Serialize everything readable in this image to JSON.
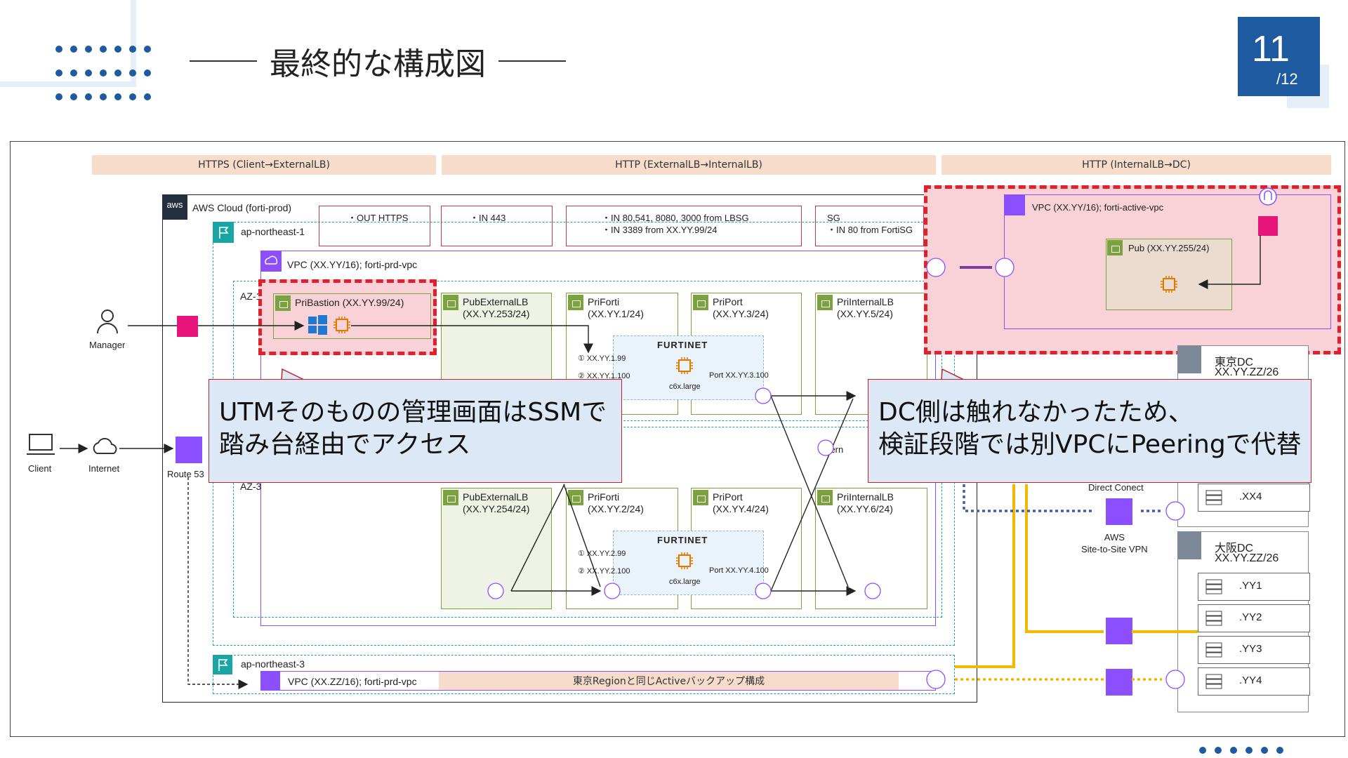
{
  "slide": {
    "title": "最終的な構成図",
    "page_number": "11",
    "page_total": "/12"
  },
  "bands": {
    "https": "HTTPS (Client→ExternalLB)",
    "http_ext": "HTTP (ExternalLB→InternalLB)",
    "http_int": "HTTP (InternalLB→DC)"
  },
  "aws": {
    "logo": "aws",
    "cloud_label": "AWS Cloud (forti-prod)",
    "region1": "ap-northeast-1",
    "region3": "ap-northeast-3",
    "vpc_main": "VPC (XX.YY/16); forti-prd-vpc",
    "vpc_osaka": "VPC (XX.ZZ/16); forti-prd-vpc",
    "osaka_note": "東京Regionと同じActiveバックアップ構成",
    "az1": "AZ-1",
    "az3": "AZ-3",
    "sg": {
      "out": "・OUT HTTPS",
      "in443": "・IN 443",
      "lbsg_1": "・IN 80,541, 8080, 3000 from LBSG",
      "lbsg_2": "・IN 3389 from XX.YY.99/24",
      "fortisg_1": "SG",
      "fortisg_2": "・IN 80 from FortiSG"
    },
    "subnets": {
      "bastion": "PriBastion (XX.YY.99/24)",
      "pubext1": "PubExternalLB\n(XX.YY.253/24)",
      "forti1": "PriForti\n(XX.YY.1/24)",
      "port1": "PriPort\n(XX.YY.3/24)",
      "intlb1": "PriInternalLB\n(XX.YY.5/24)",
      "pubext3": "PubExternalLB\n(XX.YY.254/24)",
      "forti3": "PriForti\n(XX.YY.2/24)",
      "port3": "PriPort\n(XX.YY.4/24)",
      "intlb3": "PriInternalLB\n(XX.YY.6/24)"
    },
    "fortinet": {
      "brand": "FURTINET",
      "if1_1": "① XX.YY.1.99",
      "if1_2": "② XX.YY.1.100",
      "port1": "Port  XX.YY.3.100",
      "type1": "c6x.large",
      "if3_1": "① XX.YY.2.99",
      "if3_2": "② XX.YY.2.100",
      "port3": "Port  XX.YY.4.100",
      "type3": "c6x.large"
    },
    "internet_gw_fragment": "Intern"
  },
  "left": {
    "manager": "Manager",
    "client": "Client",
    "internet": "Internet",
    "route53": "Route 53"
  },
  "peer": {
    "vpc": "VPC (XX.YY/16); forti-active-vpc",
    "pub": "Pub (XX.YY.255/24)"
  },
  "dc": {
    "tokyo": "東京DC",
    "tokyo_cidr": "XX.YY.ZZ/26",
    "tokyo_xx4": ".XX4",
    "osaka": "大阪DC",
    "osaka_cidr": "XX.YY.ZZ/26",
    "osaka_servers": [
      ".YY1",
      ".YY2",
      ".YY3",
      ".YY4"
    ],
    "direct_connect": "Direct Conect",
    "vpn": "AWS\nSite-to-Site VPN"
  },
  "callouts": {
    "left": "UTMそのものの管理画面はSSMで\n踏み台経由でアクセス",
    "right": "DC側は触れなかったため、\n検証段階では別VPCにPeeringで代替"
  }
}
